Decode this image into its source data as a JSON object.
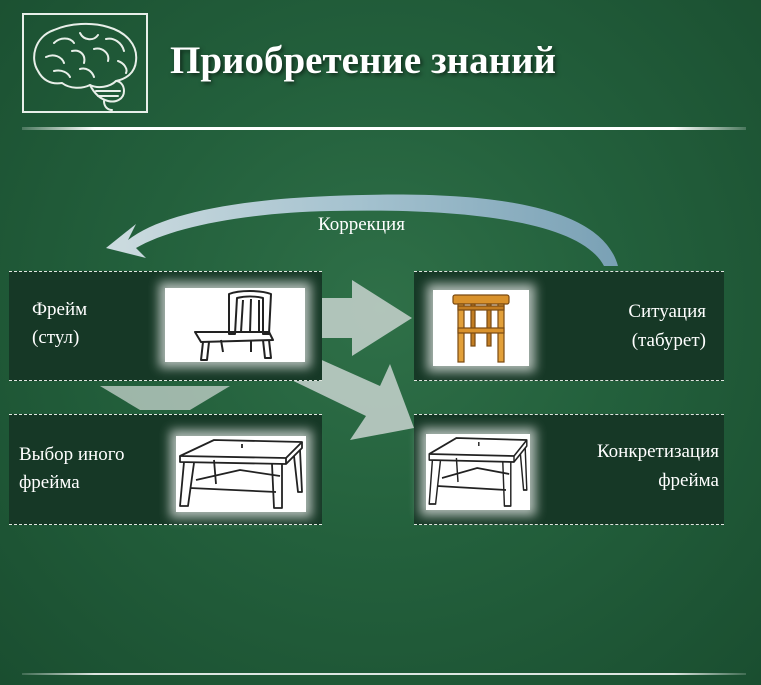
{
  "header": {
    "title": "Приобретение знаний"
  },
  "diagram": {
    "correction_label": "Коррекция",
    "nodes": {
      "frame": {
        "line1": "Фрейм",
        "line2": "(стул)",
        "icon": "chair-icon"
      },
      "situation": {
        "line1": "Ситуация",
        "line2": "(табурет)",
        "icon": "stool-icon"
      },
      "choose_other": {
        "line1": "Выбор иного",
        "line2": "фрейма",
        "icon": "table-icon"
      },
      "concretization": {
        "line1": "Конкретизация",
        "line2": "фрейма",
        "icon": "table-icon"
      }
    }
  },
  "colors": {
    "background": "#23603c",
    "box": "#163826",
    "arrow": "#c8d4cf",
    "stool": "#d9922c"
  }
}
